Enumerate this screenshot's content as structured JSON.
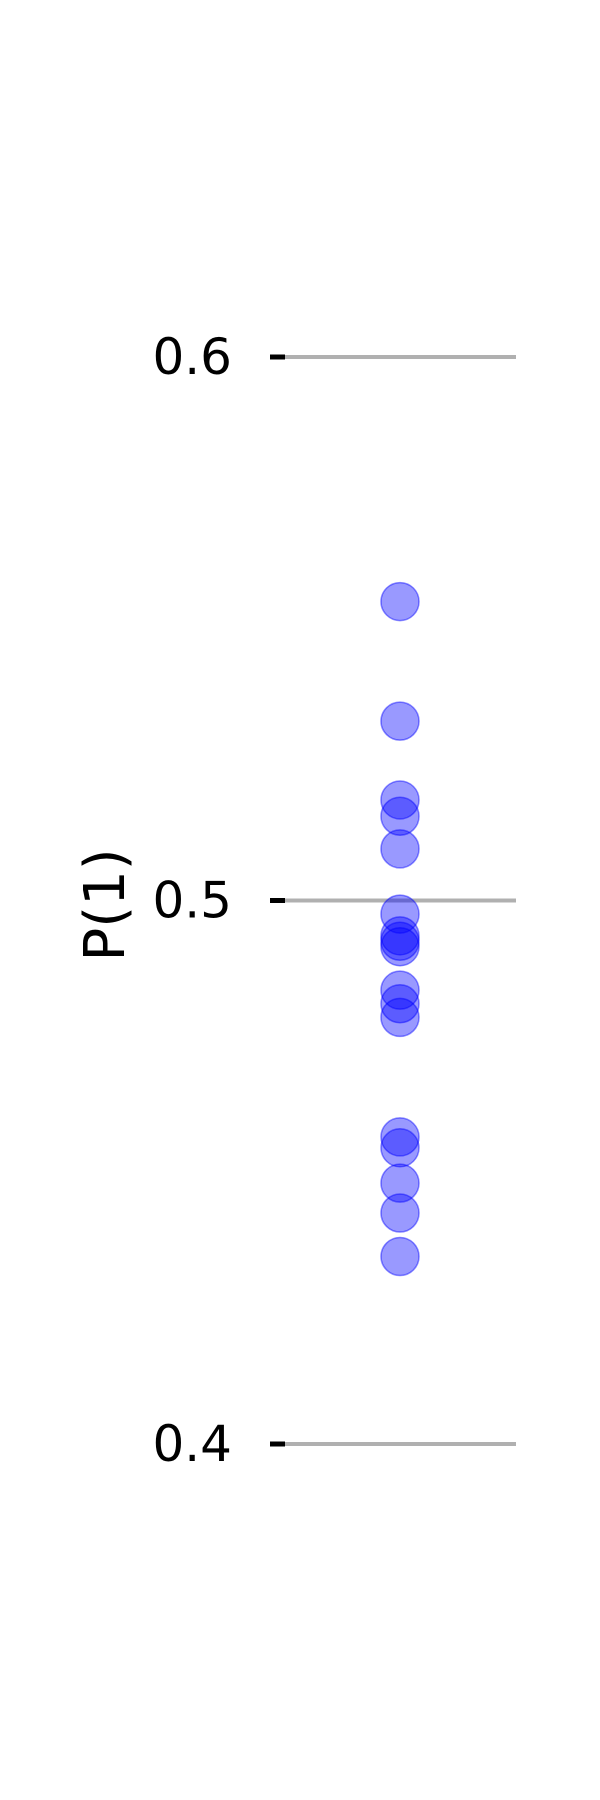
{
  "chart_data": {
    "type": "scatter",
    "title": "",
    "xlabel": "",
    "ylabel": "P(1)",
    "ylim": [
      0.365,
      0.665
    ],
    "yticks": [
      {
        "value": 0.6,
        "label": "0.6"
      },
      {
        "value": 0.5,
        "label": "0.5"
      },
      {
        "value": 0.4,
        "label": "0.4"
      }
    ],
    "grid": true,
    "series": [
      {
        "color": "#0000ff",
        "opacity": 0.4,
        "values": [
          0.555,
          0.533,
          0.5185,
          0.5155,
          0.5095,
          0.4975,
          0.4935,
          0.4925,
          0.4915,
          0.4835,
          0.481,
          0.4785,
          0.4565,
          0.4545,
          0.448,
          0.4425,
          0.4345
        ]
      }
    ],
    "colors": {
      "grid": "#b0b0b0",
      "tick": "#000000"
    }
  }
}
